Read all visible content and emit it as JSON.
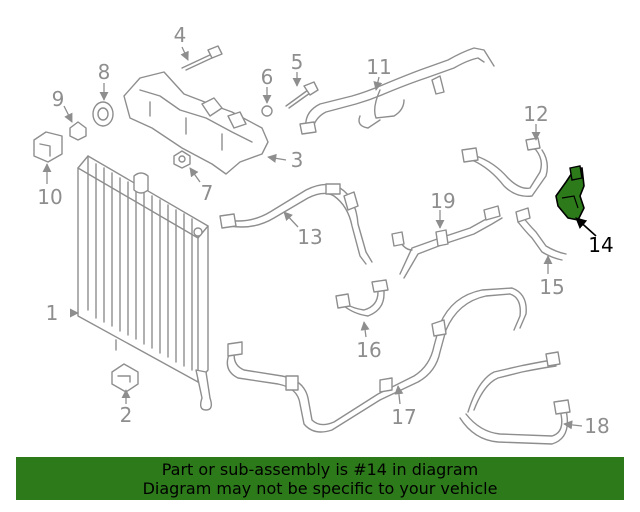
{
  "diagram": {
    "highlight_color": "#2d7a1b",
    "callouts": {
      "c1": "1",
      "c2": "2",
      "c3": "3",
      "c4": "4",
      "c5": "5",
      "c6": "6",
      "c7": "7",
      "c8": "8",
      "c9": "9",
      "c10": "10",
      "c11": "11",
      "c12": "12",
      "c13": "13",
      "c14": "14",
      "c15": "15",
      "c16": "16",
      "c17": "17",
      "c18": "18",
      "c19": "19"
    }
  },
  "banner": {
    "line1": "Part or sub-assembly is #14 in diagram",
    "line2": "Diagram may not be specific to your vehicle",
    "background": "#2d7a1b"
  }
}
